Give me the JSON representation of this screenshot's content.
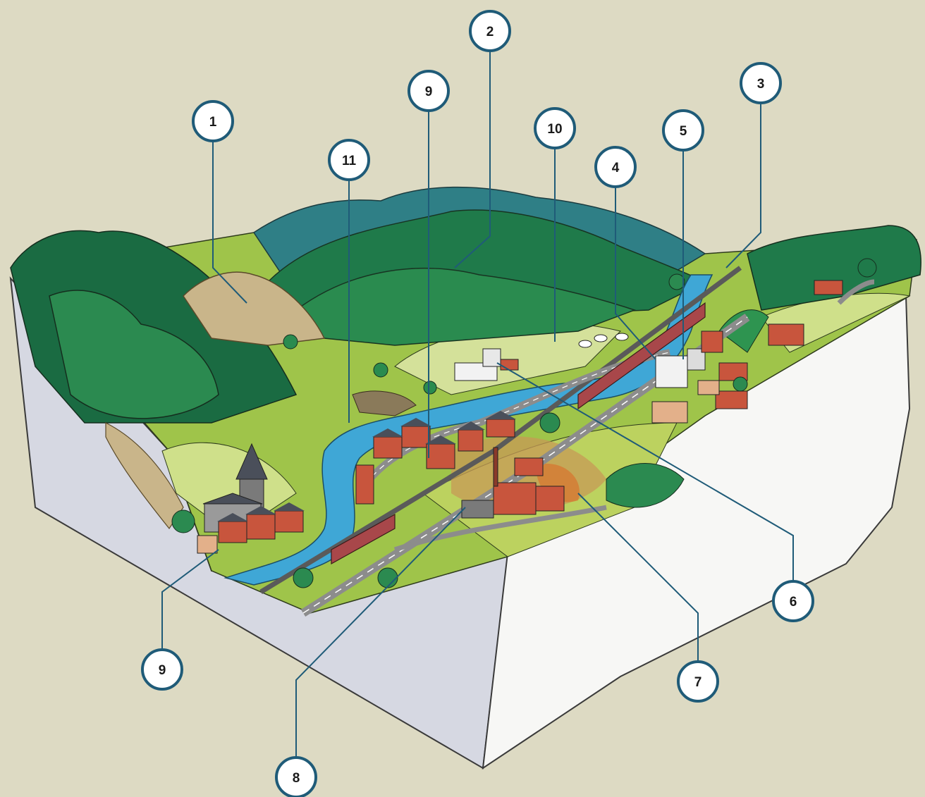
{
  "colors": {
    "background": "#dddac3",
    "callout_ring": "#1f5b78",
    "callout_fill": "#ffffff",
    "leader_line": "#1f5b78",
    "block_side_left": "#d6d8e2",
    "block_side_right": "#f7f7f5",
    "forest_dark": "#1d6b45",
    "forest_mid": "#2f8a55",
    "meadow": "#9fc44a",
    "meadow_light": "#cfe08a",
    "river": "#3fa7d6",
    "road": "#8c8c8c",
    "brick": "#c8553d",
    "roof": "#4a4f5a",
    "cliff": "#c9b58a",
    "viaduct": "#a8474a"
  },
  "callouts": [
    {
      "id": "c1",
      "label": "1"
    },
    {
      "id": "c2",
      "label": "2"
    },
    {
      "id": "c3",
      "label": "3"
    },
    {
      "id": "c4",
      "label": "4"
    },
    {
      "id": "c5",
      "label": "5"
    },
    {
      "id": "c6",
      "label": "6"
    },
    {
      "id": "c7",
      "label": "7"
    },
    {
      "id": "c8",
      "label": "8"
    },
    {
      "id": "c9a",
      "label": "9"
    },
    {
      "id": "c9b",
      "label": "9"
    },
    {
      "id": "c10",
      "label": "10"
    },
    {
      "id": "c11",
      "label": "11"
    }
  ]
}
